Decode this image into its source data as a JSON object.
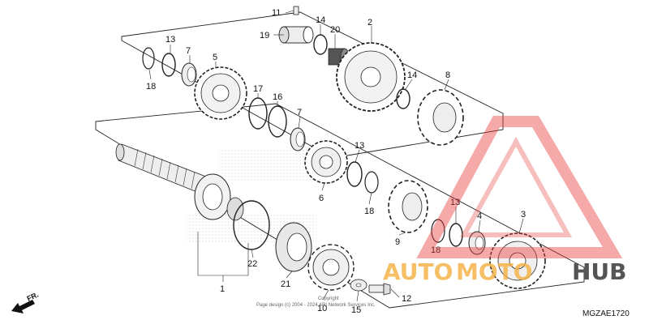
{
  "diagram": {
    "callouts": {
      "c1": "1",
      "c2": "2",
      "c3": "3",
      "c4": "4",
      "c5": "5",
      "c6": "6",
      "c7a": "7",
      "c7b": "7",
      "c8": "8",
      "c9": "9",
      "c10": "10",
      "c11": "11",
      "c12": "12",
      "c13a": "13",
      "c13b": "13",
      "c13c": "13",
      "c14a": "14",
      "c14b": "14",
      "c15": "15",
      "c16": "16",
      "c17": "17",
      "c18a": "18",
      "c18b": "18",
      "c18c": "18",
      "c19": "19",
      "c20": "20",
      "c21": "21",
      "c22": "22"
    },
    "copyright_line1": "Copyright",
    "copyright_line2": "Page design (c) 2004 - 2024 ARI Network Services Inc.",
    "fr_label": "FR.",
    "part_code": "MGZAE1720"
  },
  "watermark": {
    "text_auto": "AUTO",
    "text_moto": "MOTO",
    "text_hub": "HUB",
    "color_red": "#e83b3b",
    "color_orange": "#f5a623",
    "color_gray": "#555555"
  }
}
